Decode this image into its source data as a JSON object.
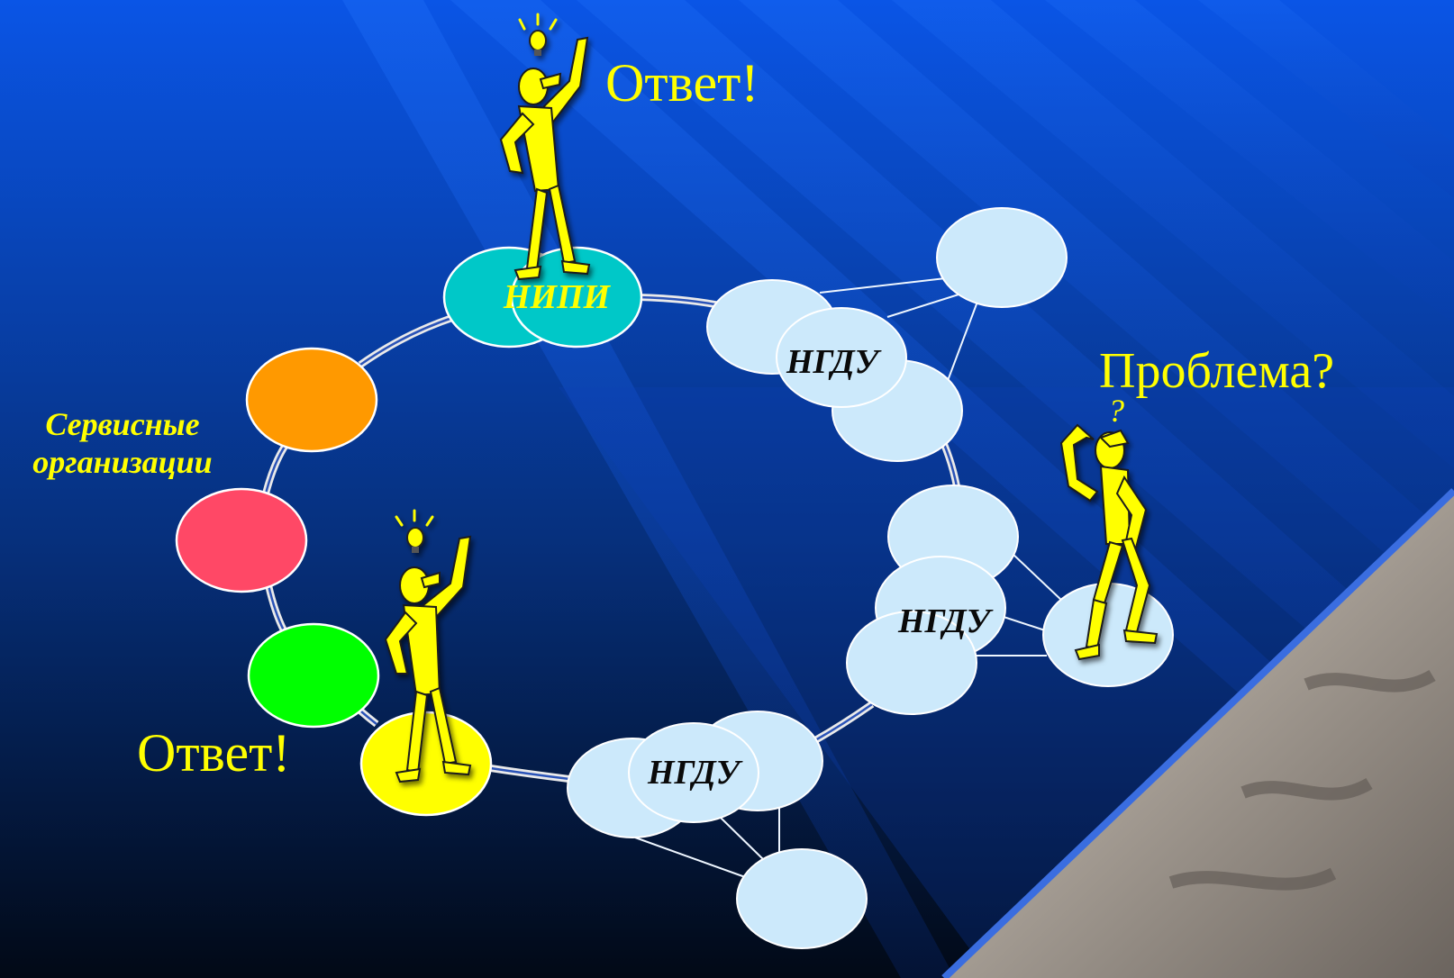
{
  "colors": {
    "node_light": "#cce9fb",
    "node_nipi": "#00c8c8",
    "node_orange": "#ff9900",
    "node_red": "#ff4866",
    "node_green": "#00ff00",
    "node_yellow": "#ffff00",
    "text_yellow": "#ffff00",
    "text_dark": "#0a0a0a",
    "background_top": "#0a55e6",
    "background_bottom": "#020916"
  },
  "labels": {
    "nipi": "НИПИ",
    "ngdu_top": "НГДУ",
    "ngdu_right": "НГДУ",
    "ngdu_bottom": "НГДУ",
    "service_line1": "Сервисные",
    "service_line2": "организации",
    "answer_top": "Ответ!",
    "answer_bottom": "Ответ!",
    "problem": "Проблема?",
    "question_mark": "?"
  },
  "icons": [
    "thinking-man-icon",
    "idea-man-icon",
    "lightbulb-icon"
  ]
}
